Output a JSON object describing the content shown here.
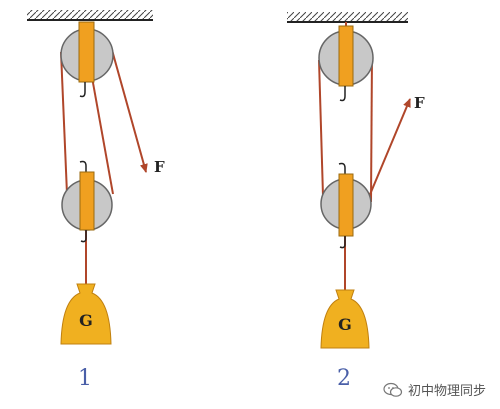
{
  "figures": [
    {
      "caption": "1",
      "force_label": "F",
      "load_label": "G"
    },
    {
      "caption": "2",
      "force_label": "F",
      "load_label": "G"
    }
  ],
  "watermark": {
    "text": "初中物理同步",
    "icon": "wechat-icon"
  },
  "colors": {
    "rope": "#b0462a",
    "pulley": "#c8c8c8",
    "pulley_edge": "#666666",
    "frame": "#f0a020",
    "weight": "#f0b020",
    "caption": "#4a5fa8"
  }
}
